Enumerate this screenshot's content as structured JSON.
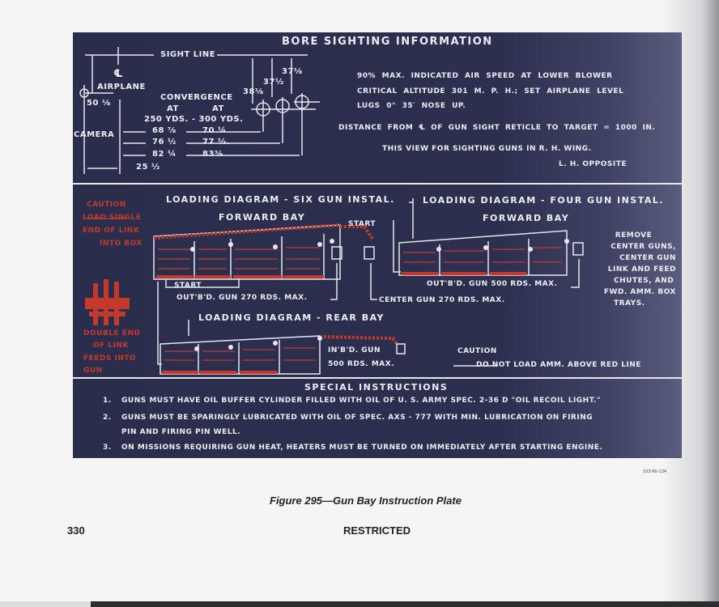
{
  "plate": {
    "title": "BORE SIGHTING INFORMATION",
    "bore_sighting": {
      "sight_line": "SIGHT LINE",
      "centerline_symbol": "℄",
      "airplane": "AIRPLANE",
      "camera_offset": "50 ⅛",
      "camera": "CAMERA",
      "convergence": "CONVERGENCE",
      "at1": "AT",
      "at2": "AT",
      "ranges": "250 YDS. - 300 YDS.",
      "rows": [
        {
          "a": "68 ⅞",
          "b": "70 ¼"
        },
        {
          "a": "76 ½",
          "b": "77 ½."
        },
        {
          "a": "82 ¼",
          "b": "83⅜"
        }
      ],
      "camera_lateral": "25 ½",
      "heights": [
        "38⅛",
        "37½",
        "37⅛"
      ],
      "notes": [
        "90% MAX. INDICATED AIR SPEED AT LOWER BLOWER",
        "CRITICAL ALTITUDE 301 M. P. H.;  SET AIRPLANE LEVEL",
        "LUGS 0° 35′ NOSE UP."
      ],
      "distance": "DISTANCE FROM ℄ OF GUN SIGHT RETICLE TO TARGET = 1000 IN.",
      "view": "THIS VIEW FOR SIGHTING GUNS IN R. H. WING.",
      "opposite": "L. H. OPPOSITE"
    },
    "loading": {
      "left_caution": {
        "title": "CAUTION",
        "lines": [
          "LOAD SINGLE",
          "END OF LINK",
          "INTO BOX"
        ],
        "bottom_lines": [
          "DOUBLE END",
          "OF LINK",
          "FEEDS INTO",
          "GUN"
        ]
      },
      "six_gun": {
        "title": "LOADING DIAGRAM - SIX GUN INSTAL.",
        "subtitle": "FORWARD BAY",
        "start_top": "START",
        "start_bottom": "START",
        "outboard": "OUT'B'D. GUN  270 RDS. MAX.",
        "center": "CENTER GUN 270 RDS. MAX."
      },
      "four_gun": {
        "title": "LOADING DIAGRAM - FOUR GUN INSTAL.",
        "subtitle": "FORWARD BAY",
        "outboard": "OUT'B'D. GUN 500 RDS. MAX.",
        "remove_note": [
          "REMOVE",
          "CENTER GUNS,",
          "CENTER  GUN",
          "LINK AND FEED",
          "CHUTES, AND",
          "FWD. AMM. BOX",
          "TRAYS."
        ]
      },
      "rear_bay": {
        "title": "LOADING DIAGRAM - REAR  BAY",
        "inboard_1": "IN'B'D. GUN",
        "inboard_2": "500 RDS. MAX."
      },
      "caution": {
        "title": "CAUTION",
        "text": "DO NOT LOAD AMM. ABOVE RED LINE"
      }
    },
    "special": {
      "title": "SPECIAL  INSTRUCTIONS",
      "items": [
        {
          "num": "1.",
          "lines": [
            "GUNS MUST HAVE OIL BUFFER CYLINDER FILLED WITH OIL OF U. S. ARMY SPEC. 2-36 D \"OIL RECOIL LIGHT.\""
          ]
        },
        {
          "num": "2.",
          "lines": [
            "GUNS MUST BE SPARINGLY LUBRICATED WITH OIL OF SPEC. AXS - 777  WITH MIN. LUBRICATION ON FIRING",
            "PIN AND FIRING PIN WELL."
          ]
        },
        {
          "num": "3.",
          "lines": [
            "ON MISSIONS REQUIRING GUN HEAT, HEATERS MUST BE TURNED ON  IMMEDIATELY AFTER STARTING ENGINE."
          ]
        }
      ]
    },
    "drawing_code": "103-60-134"
  },
  "caption": "Figure 295—Gun Bay Instruction Plate",
  "page_number": "330",
  "footer": "RESTRICTED",
  "colors": {
    "plate": "#2b2d4c",
    "ink": "#eceef4",
    "ammo_red": "#c33a2c"
  }
}
